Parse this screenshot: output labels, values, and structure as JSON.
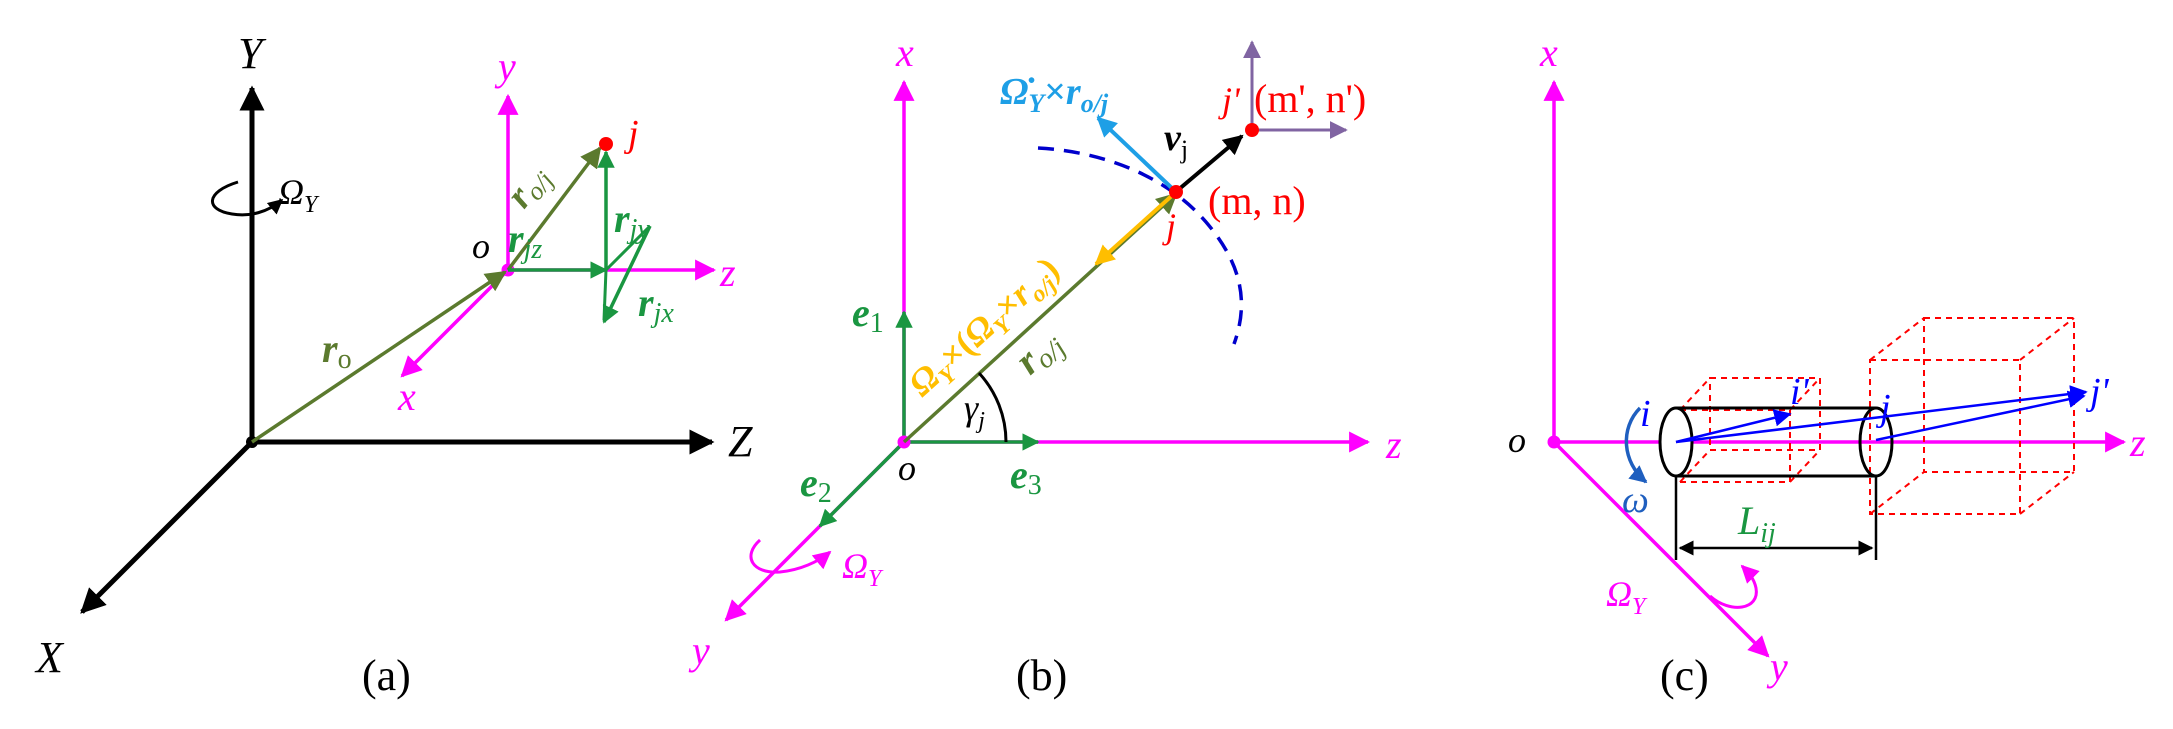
{
  "colors": {
    "black": "#000000",
    "magenta": "#ff00ff",
    "olive": "#5b7a2e",
    "green": "#1a9641",
    "red": "#ff0000",
    "blue": "#0000ff",
    "navy": "#1f3fbf",
    "cyan": "#1e9fe6",
    "gold": "#ffbe00",
    "purple": "#8064a2",
    "dashblue": "#0000cc",
    "omega": "#1f5fbf"
  },
  "panel_a": {
    "caption": "(a)",
    "axis_X": "X",
    "axis_Y": "Y",
    "axis_Z": "Z",
    "omega_sym": "Ω",
    "omega_sub": "Y",
    "local_x": "x",
    "local_y": "y",
    "local_z": "z",
    "origin": "o",
    "point_j": "j",
    "r_o": "r",
    "r_o_sub": "o",
    "r_oj": "r",
    "r_oj_sub": "o/j",
    "r_jz": "r",
    "r_jz_sub": "jz",
    "r_jy": "r",
    "r_jy_sub": "jy",
    "r_jx": "r",
    "r_jx_sub": "jx"
  },
  "panel_b": {
    "caption": "(b)",
    "axis_x": "x",
    "axis_y": "y",
    "axis_z": "z",
    "origin": "o",
    "e1": "e",
    "e1_sub": "1",
    "e2": "e",
    "e2_sub": "2",
    "e3": "e",
    "e3_sub": "3",
    "omega_sym": "Ω",
    "omega_sub": "Y",
    "gamma": "γ",
    "gamma_sub": "j",
    "r_oj": "r",
    "r_oj_sub": "o/j",
    "centripetal_1": "Ω",
    "centripetal_2": "Y",
    "centripetal_3": "×(",
    "centripetal_4": "Ω",
    "centripetal_5": "Y",
    "centripetal_6": "×",
    "centripetal_7": "r",
    "centripetal_8": "o/j",
    "centripetal_9": ")",
    "tangential_1": "Ω̇",
    "tangential_2": "Y",
    "tangential_3": "×",
    "tangential_4": "r",
    "tangential_5": "o/j",
    "velocity": "v",
    "velocity_sub": "j",
    "point_j": "j",
    "point_j_prime": "j'",
    "coord_mn": "(m, n)",
    "coord_mn_prime": "(m', n')"
  },
  "panel_c": {
    "caption": "(c)",
    "axis_x": "x",
    "axis_y": "y",
    "axis_z": "z",
    "origin": "o",
    "omega_sym": "Ω",
    "omega_sub": "Y",
    "omega_w": "ω",
    "label_i": "i",
    "label_i_prime": "i'",
    "label_j": "j",
    "label_j_prime": "j'",
    "length": "L",
    "length_sub": "ij"
  }
}
